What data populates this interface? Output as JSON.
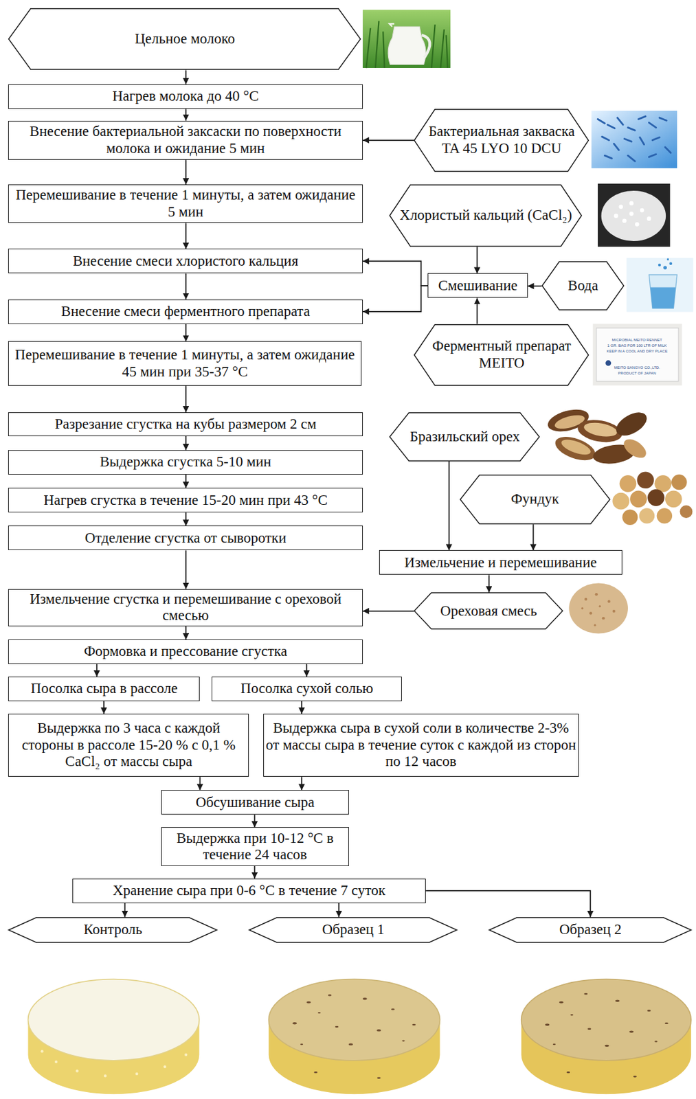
{
  "diagram": {
    "nodes": [
      {
        "text": [
          "Цельное молоко"
        ]
      },
      {
        "text": [
          "Нагрев молока до 40 °C"
        ]
      },
      {
        "text": [
          "Внесение бактериальной заксаски по поверхности молока и ожидание 5 мин"
        ]
      },
      {
        "text": [
          "Бактериальная закваска TA 45 LYO 10 DCU"
        ]
      },
      {
        "text": [
          "Перемешивание в течение 1 минуты, а затем ожидание 5 мин"
        ]
      },
      {
        "text": [
          "Хлористый кальций (CaCl₂)"
        ]
      },
      {
        "text": [
          "Внесение смеси хлористого кальция"
        ]
      },
      {
        "text": [
          "Смешивание"
        ]
      },
      {
        "text": [
          "Вода"
        ]
      },
      {
        "text": [
          "Внесение смеси ферментного препарата"
        ]
      },
      {
        "text": [
          "Ферментный препарат MEITO"
        ]
      },
      {
        "text": [
          "Перемешивание в течение 1 минуты, а затем ожидание 45 мин при 35-37 °C"
        ]
      },
      {
        "text": [
          "Разрезание сгустка на кубы размером 2 см"
        ]
      },
      {
        "text": [
          "Бразильский орех"
        ]
      },
      {
        "text": [
          "Выдержка сгустка 5-10 мин"
        ]
      },
      {
        "text": [
          "Фундук"
        ]
      },
      {
        "text": [
          "Нагрев сгустка в течение 15-20 мин при 43 °C"
        ]
      },
      {
        "text": [
          "Отделение сгустка от сыворотки"
        ]
      },
      {
        "text": [
          "Измельчение и перемешивание"
        ]
      },
      {
        "text": [
          "Измельчение сгустка и перемешивание с ореховой смесью"
        ]
      },
      {
        "text": [
          "Ореховая смесь"
        ]
      },
      {
        "text": [
          "Формовка и прессование сгустка"
        ]
      },
      {
        "text": [
          "Посолка сыра в рассоле"
        ]
      },
      {
        "text": [
          "Посолка сухой солью"
        ]
      },
      {
        "text": [
          "Выдержка по 3 часа с каждой стороны в рассоле 15-20 % с 0,1 % CaCl₂ от массы сыра"
        ]
      },
      {
        "text": [
          "Выдержка сыра в сухой соли в количестве 2-3% от массы сыра в течение суток с каждой из сторон по 12 часов"
        ]
      },
      {
        "text": [
          "Обсушивание сыра"
        ]
      },
      {
        "text": [
          "Выдержка при 10-12 °C в течение 24 часов"
        ]
      },
      {
        "text": [
          "Хранение сыра при 0-6 °C в течение 7 суток"
        ]
      },
      {
        "text": [
          "Контроль"
        ]
      },
      {
        "text": [
          "Образец 1"
        ]
      },
      {
        "text": [
          "Образец 2"
        ]
      }
    ],
    "edges": [
      {
        "from": 0,
        "to": 1,
        "arrow": "to"
      },
      {
        "from": 1,
        "to": 2,
        "arrow": "to"
      },
      {
        "from": 3,
        "to": 2,
        "arrow": "to"
      },
      {
        "from": 2,
        "to": 4,
        "arrow": "to"
      },
      {
        "from": 4,
        "to": 6,
        "arrow": "to"
      },
      {
        "from": 5,
        "to": 7,
        "arrow": "to"
      },
      {
        "from": 8,
        "to": 7,
        "arrow": "to"
      },
      {
        "from": 10,
        "to": 7,
        "arrow": "to"
      },
      {
        "from": 7,
        "to": 6,
        "arrow": "to"
      },
      {
        "from": 7,
        "to": 9,
        "arrow": "to"
      },
      {
        "from": 6,
        "to": 9,
        "arrow": "to"
      },
      {
        "from": 9,
        "to": 11,
        "arrow": "to"
      },
      {
        "from": 11,
        "to": 12,
        "arrow": "to"
      },
      {
        "from": 12,
        "to": 14,
        "arrow": "to"
      },
      {
        "from": 14,
        "to": 16,
        "arrow": "to"
      },
      {
        "from": 16,
        "to": 17,
        "arrow": "to"
      },
      {
        "from": 17,
        "to": 19,
        "arrow": "to"
      },
      {
        "from": 13,
        "to": 18,
        "arrow": "to"
      },
      {
        "from": 15,
        "to": 18,
        "arrow": "to"
      },
      {
        "from": 18,
        "to": 20,
        "arrow": "to"
      },
      {
        "from": 20,
        "to": 19,
        "arrow": "to"
      },
      {
        "from": 19,
        "to": 21,
        "arrow": "to"
      },
      {
        "from": 21,
        "to": 22,
        "arrow": "to"
      },
      {
        "from": 21,
        "to": 23,
        "arrow": "to"
      },
      {
        "from": 22,
        "to": 24,
        "arrow": "to"
      },
      {
        "from": 23,
        "to": 25,
        "arrow": "to"
      },
      {
        "from": 24,
        "to": 26,
        "arrow": "to"
      },
      {
        "from": 25,
        "to": 26,
        "arrow": "to"
      },
      {
        "from": 26,
        "to": 27,
        "arrow": "to"
      },
      {
        "from": 27,
        "to": 28,
        "arrow": "to"
      },
      {
        "from": 28,
        "to": 29,
        "arrow": "to"
      },
      {
        "from": 28,
        "to": 30,
        "arrow": "to"
      },
      {
        "from": 28,
        "to": 31,
        "arrow": "to"
      }
    ],
    "labels": [
      "MICROBIAL MEITO RENNET",
      "1 GR. BAG FOR 100 LTR OF MILK",
      "KEEP IN A COOL AND DRY PLACE",
      "MEITO SANGYO CO.,LTD.",
      "PRODUCT OF JAPAN"
    ]
  }
}
